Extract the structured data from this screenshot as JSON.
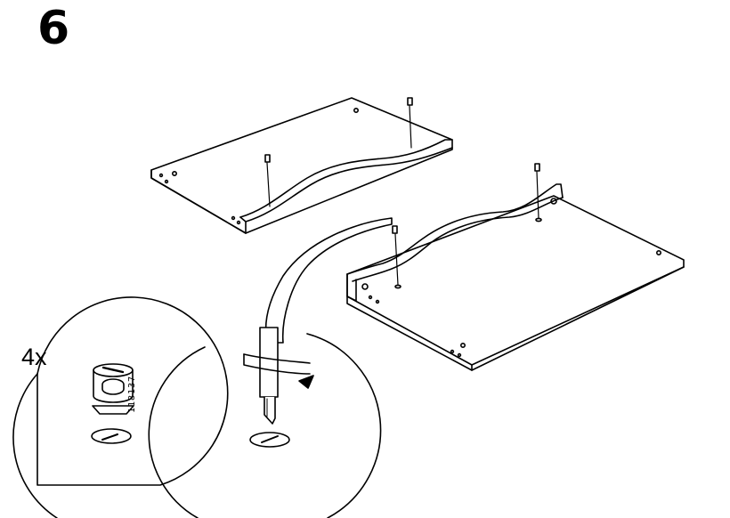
{
  "step": {
    "number": "6"
  },
  "detail": {
    "quantity": "4x",
    "part_number": "118137"
  },
  "icons": {
    "cam_lock": "cam-lock-fitting-icon",
    "screwdriver": "flathead-screwdriver-icon",
    "rotation": "clockwise-turn-arrow-icon"
  },
  "colors": {
    "line": "#000000",
    "background": "#ffffff"
  }
}
